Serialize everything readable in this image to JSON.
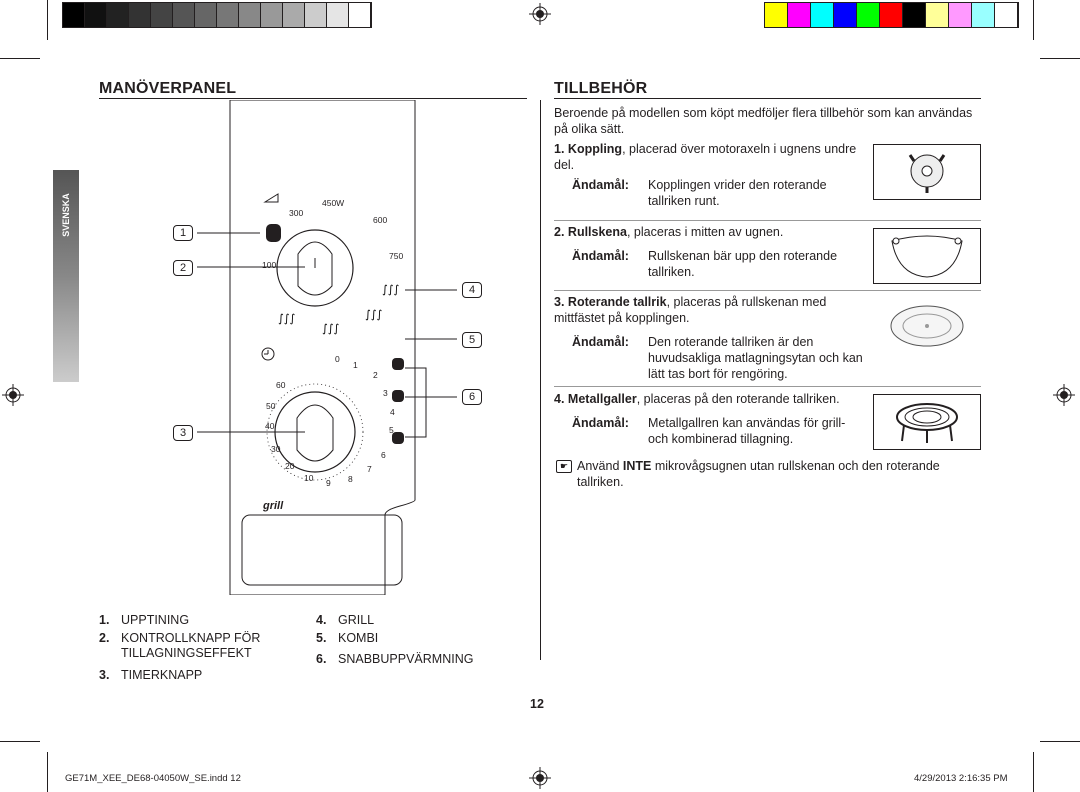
{
  "calibration": {
    "gray_swatches": [
      "#000000",
      "#111111",
      "#222222",
      "#333333",
      "#444444",
      "#555555",
      "#666666",
      "#777777",
      "#888888",
      "#999999",
      "#aaaaaa",
      "#cccccc",
      "#e5e5e5",
      "#ffffff"
    ],
    "color_swatches": [
      "#ffff00",
      "#ff00ff",
      "#00ffff",
      "#0000ff",
      "#00ff00",
      "#ff0000",
      "#000000",
      "#ffff99",
      "#ff99ff",
      "#99ffff",
      "#ffffff"
    ]
  },
  "side_tab": {
    "label": "SVENSKA"
  },
  "left": {
    "title": "MANÖVERPANEL",
    "panel": {
      "callouts": [
        "1",
        "2",
        "3",
        "4",
        "5",
        "6"
      ],
      "power_labels": [
        "450W",
        "300",
        "600",
        "100",
        "750"
      ],
      "timer_labels": [
        "0",
        "1",
        "2",
        "3",
        "4",
        "5",
        "6",
        "7",
        "8",
        "9",
        "10",
        "20",
        "30",
        "40",
        "50",
        "60"
      ],
      "grill_label": "grill"
    },
    "legend": {
      "col1": [
        {
          "num": "1.",
          "text": "UPPTINING"
        },
        {
          "num": "2.",
          "text": "KONTROLLKNAPP FÖR"
        },
        {
          "num": "",
          "text": "TILLAGNINGSEFFEKT"
        },
        {
          "num": "3.",
          "text": "TIMERKNAPP"
        }
      ],
      "col2": [
        {
          "num": "4.",
          "text": "GRILL"
        },
        {
          "num": "5.",
          "text": "KOMBI"
        },
        {
          "num": "6.",
          "text": "SNABBUPPVÄRMNING"
        }
      ]
    }
  },
  "right": {
    "title": "TILLBEHÖR",
    "intro": "Beroende på modellen som köpt medföljer flera tillbehör som kan användas på olika sätt.",
    "items": [
      {
        "num": "1.",
        "name": "Koppling",
        "rest": ", placerad över motoraxeln i ugnens undre del.",
        "purpose_label": "Ändamål:",
        "purpose": "Kopplingen vrider den roterande tallriken runt."
      },
      {
        "num": "2.",
        "name": "Rullskena",
        "rest": ", placeras i mitten av ugnen.",
        "purpose_label": "Ändamål:",
        "purpose": "Rullskenan bär upp den roterande tallriken."
      },
      {
        "num": "3.",
        "name": "Roterande tallrik",
        "rest": ", placeras på rullskenan med mittfästet på kopplingen.",
        "purpose_label": "Ändamål:",
        "purpose": "Den roterande tallriken är den huvudsakliga matlagningsytan och kan lätt tas bort för rengöring."
      },
      {
        "num": "4.",
        "name": "Metallgaller",
        "rest": ", placeras på den roterande tallriken.",
        "purpose_label": "Ändamål:",
        "purpose": "Metallgallren kan användas för grill- och kombinerad tillagning."
      }
    ],
    "note": {
      "pre": "Använd ",
      "bold": "INTE",
      "post": " mikrovågsugnen utan rullskenan och den roterande tallriken."
    }
  },
  "page_number": "12",
  "footer": {
    "file": "GE71M_XEE_DE68-04050W_SE.indd   12",
    "date": "4/29/2013   2:16:35 PM"
  }
}
